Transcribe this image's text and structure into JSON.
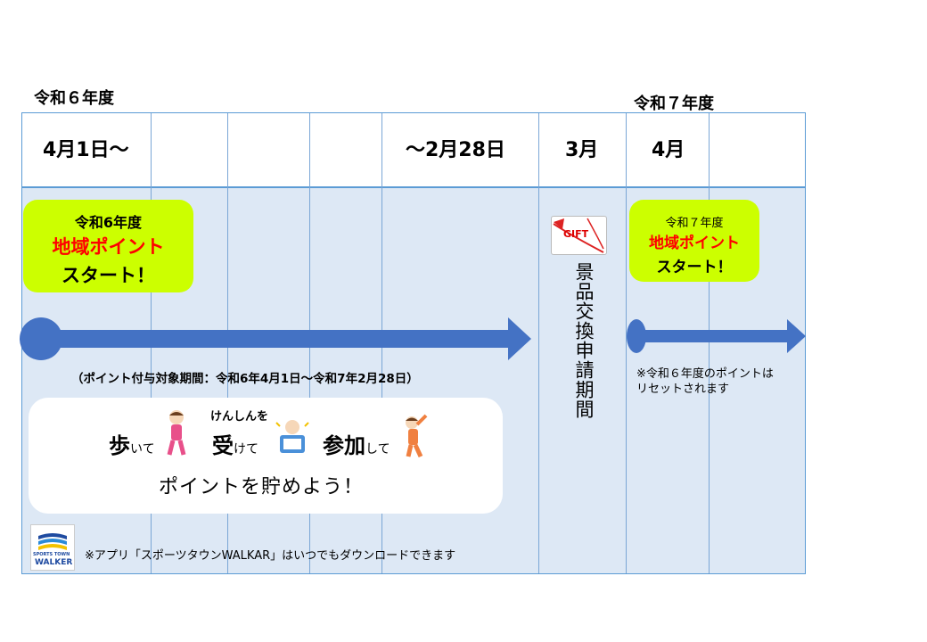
{
  "years": {
    "current": "令和６年度",
    "next": "令和７年度"
  },
  "columns": [
    "4月1日～",
    "～2月28日",
    "3月",
    "4月"
  ],
  "start_box": {
    "line1": "令和6年度",
    "line2": "地域ポイント",
    "line3": "スタート！"
  },
  "next_box": {
    "line1": "令和７年度",
    "line2": "地域ポイント",
    "line3": "スタート！"
  },
  "period_note": "（ポイント付与対象期間：令和6年4月1日～令和7年2月28日）",
  "gift": {
    "label": "GIFT",
    "vertical_text": "景品交換申請期間"
  },
  "reset_note": {
    "line1": "※令和６年度のポイントは",
    "line2": "リセットされます"
  },
  "card": {
    "walk_big": "歩",
    "walk_small": "いて",
    "ruby": "けんしんを",
    "receive_big": "受",
    "receive_small": "けて",
    "join_big": "参加",
    "join_small": "して",
    "slogan": "ポイントを貯めよう！"
  },
  "app": {
    "logo_line1": "SPORTS TOWN",
    "logo_line2": "WALKER",
    "note": "※アプリ「スポーツタウンWALKAR」はいつでもダウンロードできます"
  },
  "colors": {
    "arrow": "#4472c4",
    "highlight": "#ccff00",
    "grid": "#5b9bd5",
    "body": "#dde8f5"
  }
}
